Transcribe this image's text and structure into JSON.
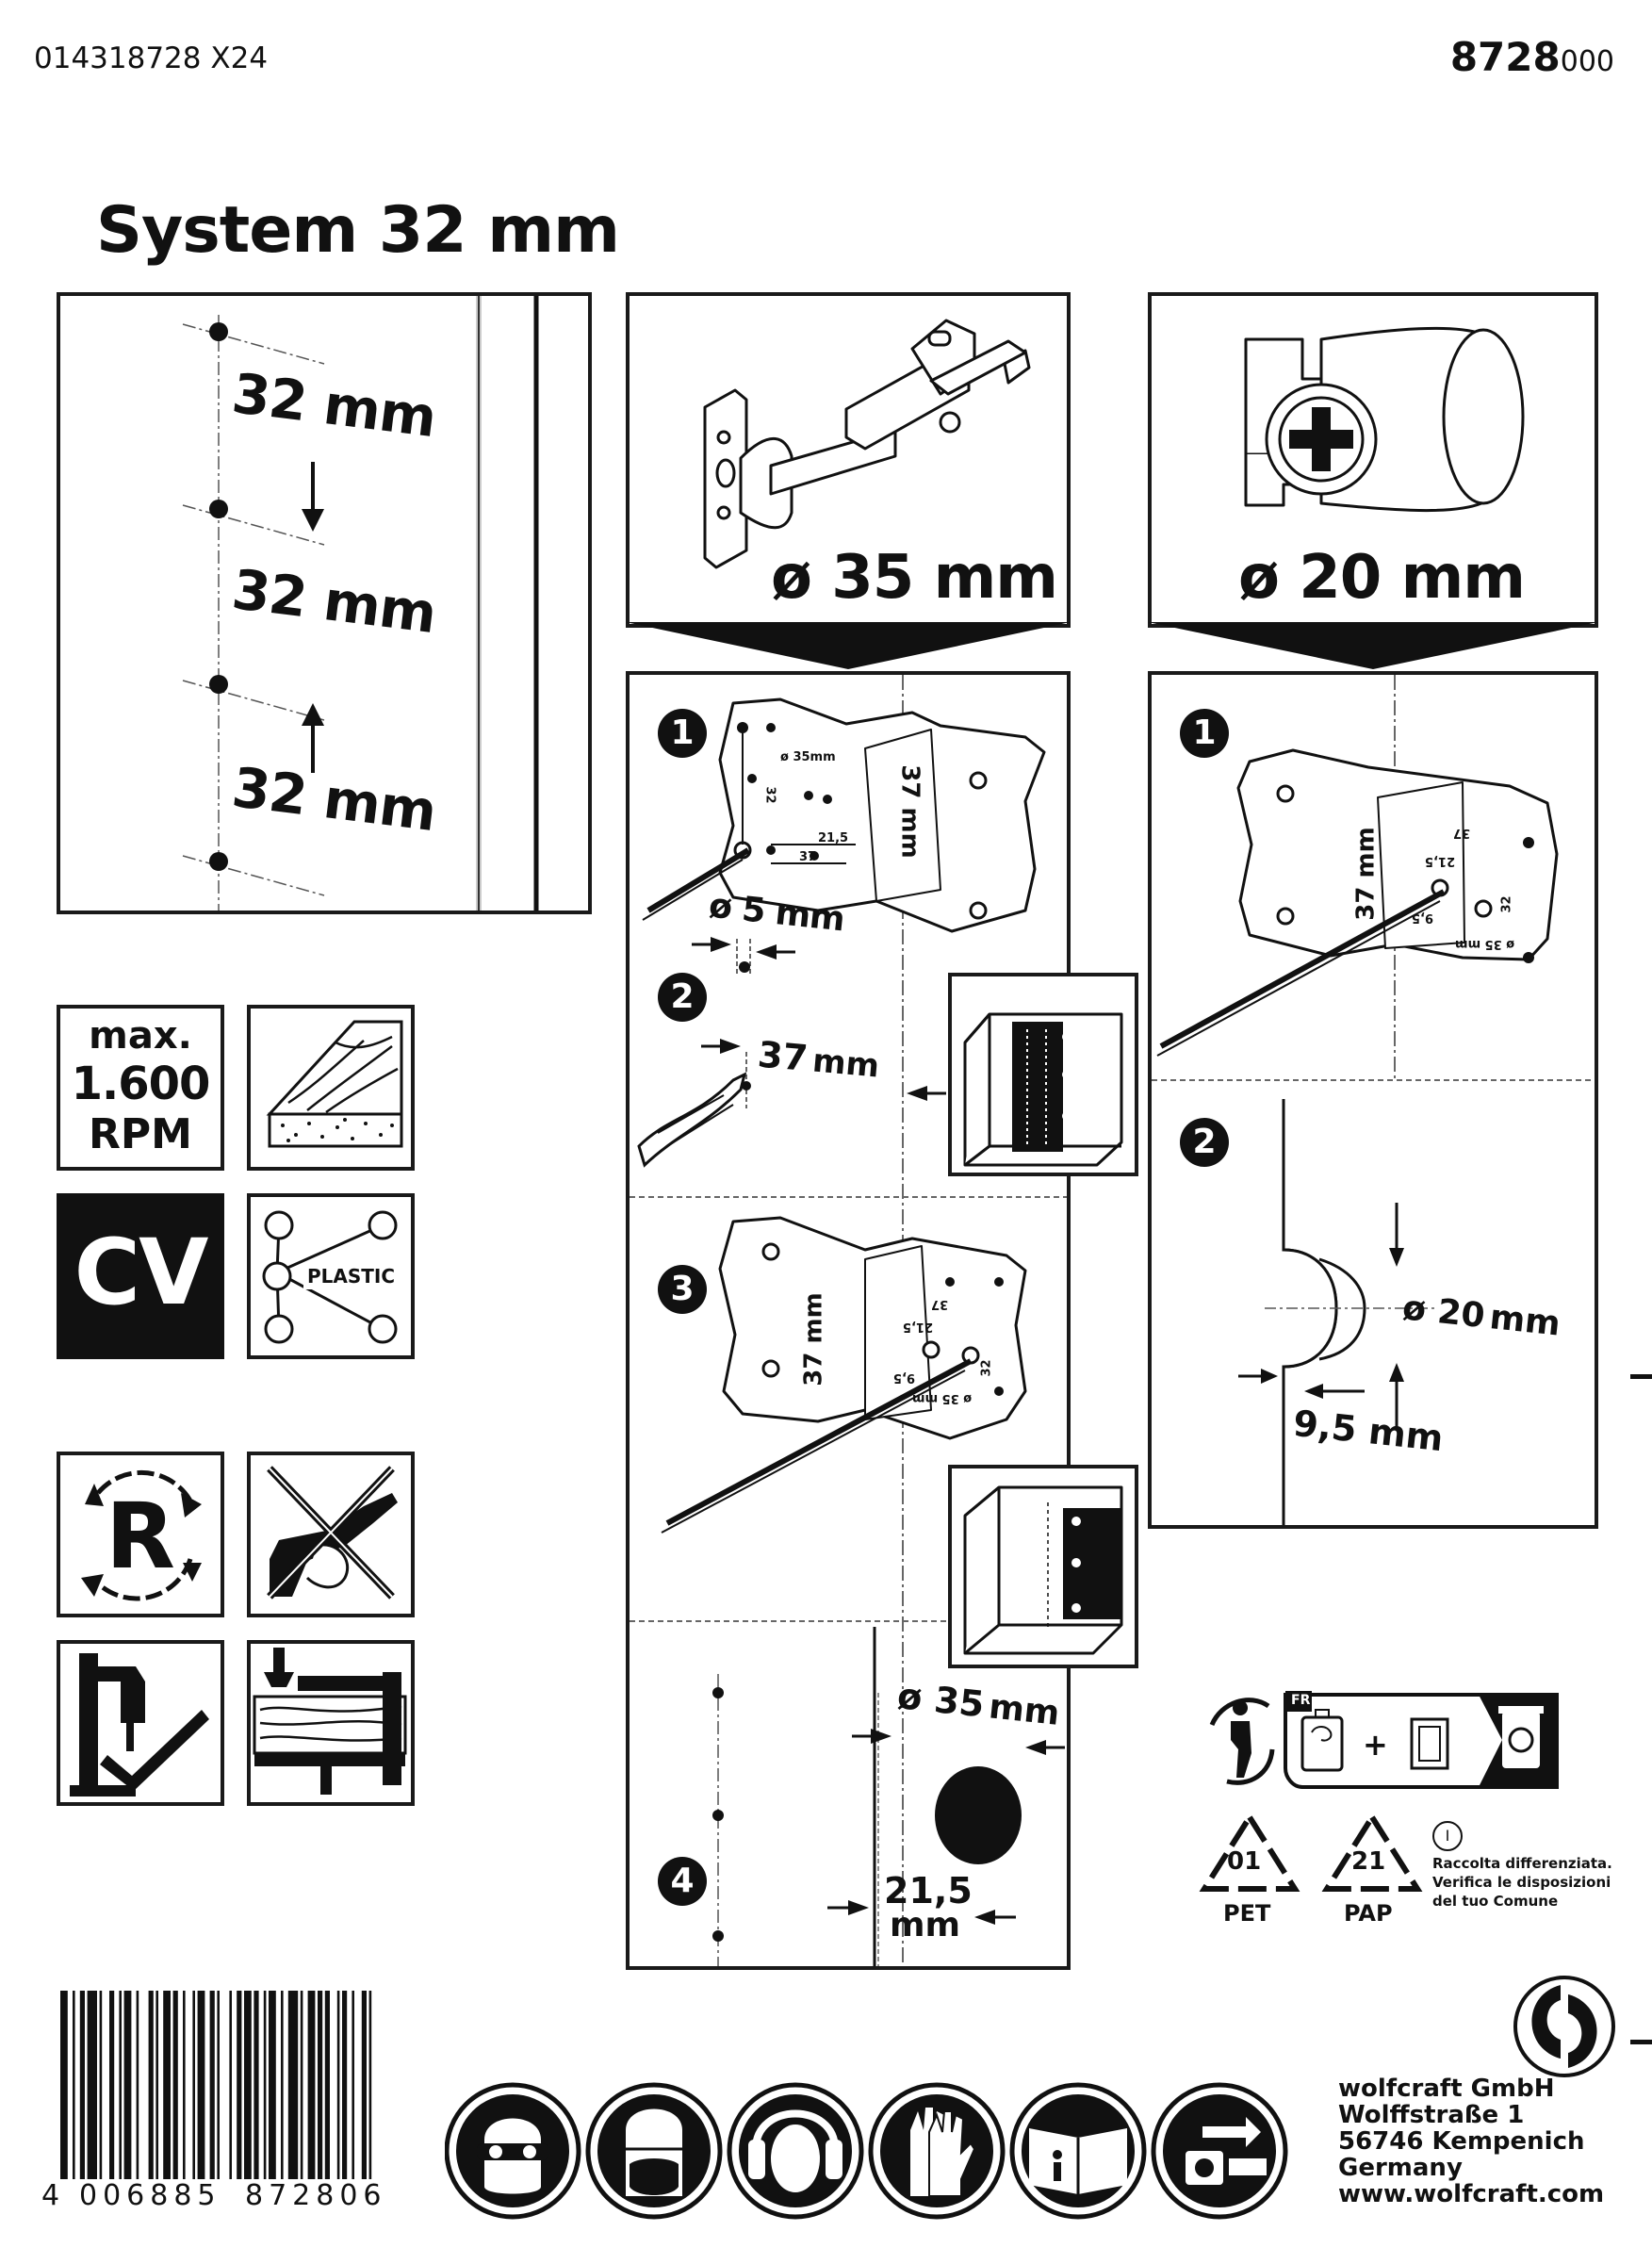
{
  "header": {
    "code_left": "014318728 X24",
    "article_main": "8728",
    "article_suffix": "000"
  },
  "title": "System 32 mm",
  "spacing_panel": {
    "label_top": "32 mm",
    "label_mid": "32 mm",
    "label_bot": "32 mm"
  },
  "hinge_panel": {
    "diameter": "ø 35 mm"
  },
  "connector_panel": {
    "diameter": "ø 20 mm"
  },
  "hinge_steps": {
    "step1": {
      "num": "1",
      "template_d": "ø 35mm",
      "template_37": "37",
      "template_32": "32",
      "template_215": "21,5",
      "template_37_side": "37 mm",
      "pilot": "ø 5 mm"
    },
    "step2": {
      "num": "2",
      "distance_value": "37",
      "distance_unit": "mm"
    },
    "step3": {
      "num": "3",
      "template_d": "ø 35 mm",
      "template_37": "37",
      "template_32": "32",
      "template_215": "21,5",
      "template_95": "9,5",
      "template_37_side": "37 mm"
    },
    "step4": {
      "num": "4",
      "diameter": "ø 35",
      "diameter_unit": "mm",
      "offset": "21,5",
      "offset_unit": "mm"
    }
  },
  "connector_steps": {
    "step1": {
      "num": "1",
      "template_37_side": "37 mm",
      "template_37": "37",
      "template_215": "21,5",
      "template_32": "32",
      "template_95": "9,5",
      "template_d": "ø 35 mm"
    },
    "step2": {
      "num": "2",
      "diameter": "ø 20",
      "diameter_unit": "mm",
      "edge": "9,5 mm"
    }
  },
  "badges": {
    "rpm": {
      "line1": "max.",
      "line2": "1.600",
      "line3": "RPM"
    },
    "material": "CV",
    "plastic": "PLASTIC",
    "reversible": "R"
  },
  "recycling": {
    "country": "FR",
    "pet_code": "01",
    "pet_label": "PET",
    "pap_code": "21",
    "pap_label": "PAP",
    "info_letter": "I",
    "note_line1": "Raccolta differenziata.",
    "note_line2": "Verifica le disposizioni",
    "note_line3": "del tuo Comune"
  },
  "barcode": {
    "digit_first": "4",
    "group1": "006885",
    "group2": "872806"
  },
  "safety_icons": [
    "safety-glasses-icon",
    "dust-mask-icon",
    "ear-protection-icon",
    "gloves-icon",
    "read-manual-icon",
    "unplug-icon"
  ],
  "address": {
    "line1": "wolfcraft GmbH",
    "line2": "Wolffstraße 1",
    "line3": "56746 Kempenich",
    "line4": "Germany",
    "line5": "www.wolfcraft.com"
  }
}
